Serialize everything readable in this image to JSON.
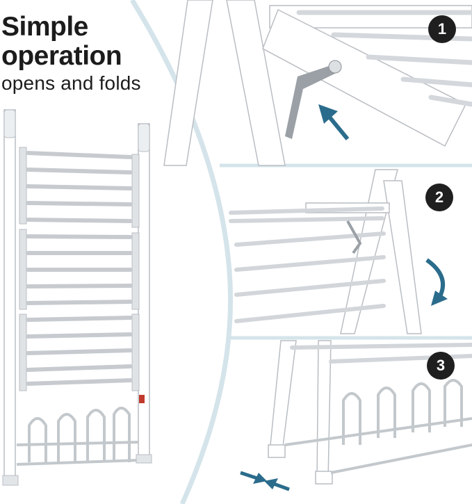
{
  "headline": {
    "line1": "Simple",
    "line2": "operation",
    "subline": "opens and folds"
  },
  "steps": [
    {
      "number": "1",
      "icon": "arrow-up-left-icon"
    },
    {
      "number": "2",
      "icon": "curved-arrow-down-icon"
    },
    {
      "number": "3",
      "icon": "arrows-inward-icon"
    }
  ],
  "colors": {
    "divider": "#d4e4ea",
    "arrow": "#2b6c8c",
    "badge": "#1f1f1f",
    "rack_frame": "#ffffff",
    "rack_rail": "#c7cbcf"
  }
}
